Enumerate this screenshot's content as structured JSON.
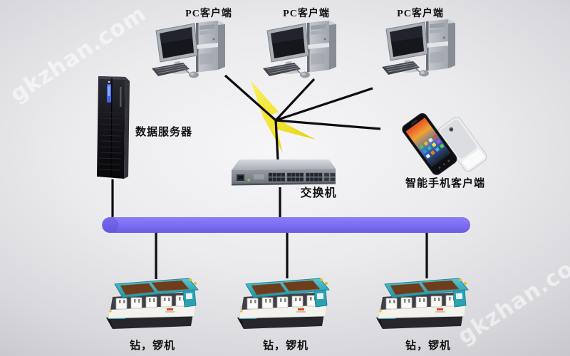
{
  "watermark": {
    "text": "gkzhan.com"
  },
  "nodes": {
    "pc1": {
      "label": "PC客户端"
    },
    "pc2": {
      "label": "PC客户端"
    },
    "pc3": {
      "label": "PC客户端"
    },
    "server": {
      "label": "数据服务器"
    },
    "switch": {
      "label": "交换机"
    },
    "phone": {
      "label": "智能手机客户端"
    },
    "machine1": {
      "label": "钻，锣机"
    },
    "machine2": {
      "label": "钻，锣机"
    },
    "machine3": {
      "label": "钻，锣机"
    }
  },
  "colors": {
    "bus_bar": "#7f70f0",
    "lightning": "#f0e332",
    "connection_line": "#0c0c0c",
    "machine_frame_teal": "#38b2c2",
    "machine_panel_brown": "#6e3d1d",
    "background_gray": "#d9d9dd"
  }
}
